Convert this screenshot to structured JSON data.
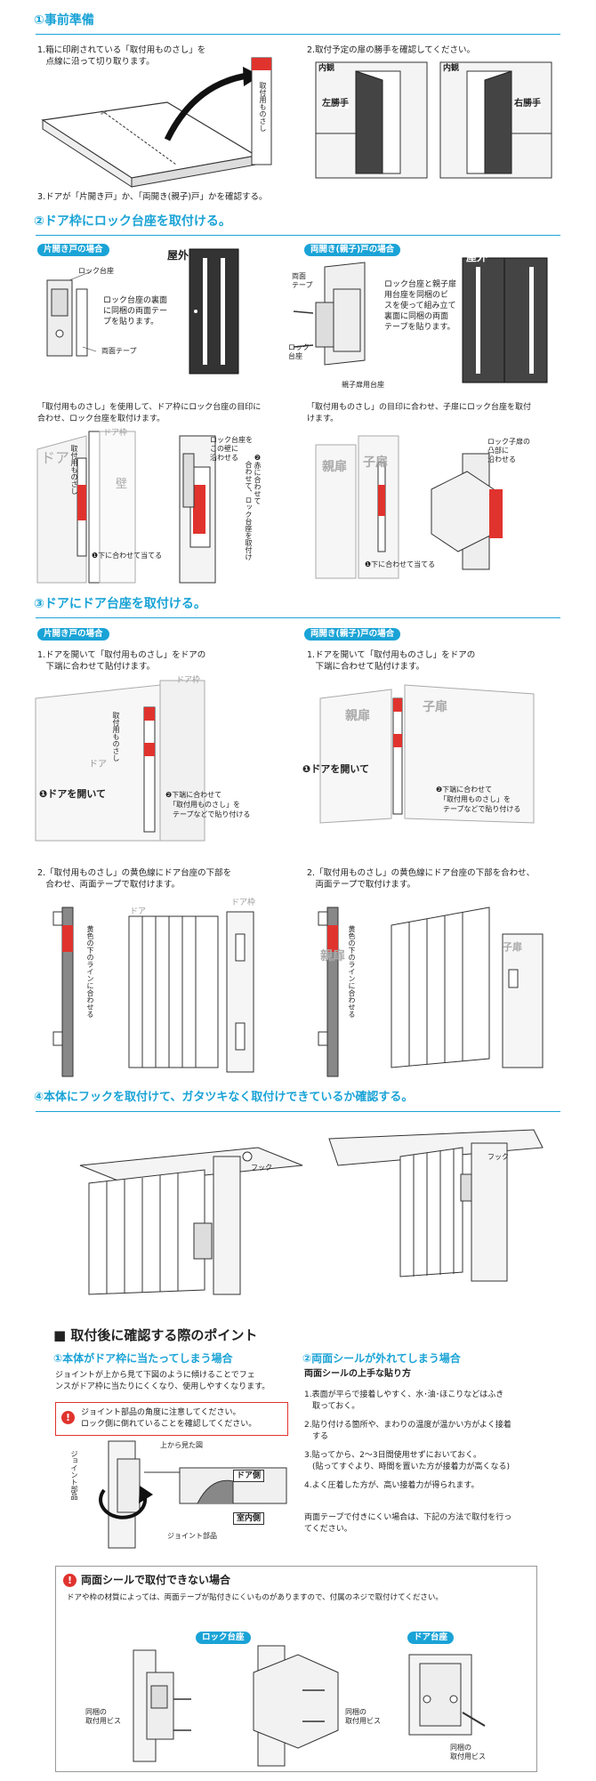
{
  "sec1": {
    "title": "①事前準備",
    "step1": "1.箱に印刷されている「取付用ものさし」を\n　点線に沿って切り取ります。",
    "step2": "2.取付予定の扉の勝手を確認してください。",
    "step3": "3.ドアが「片開き戸」か、「両開き(親子)戸」かを確認する。",
    "ruler_label": "取付用ものさし",
    "naikan1": "内観",
    "naikan2": "内観",
    "left": "左勝手",
    "right": "右勝手"
  },
  "sec2": {
    "title": "②ドア枠にロック台座を取付ける。",
    "pill_single": "片開き戸の場合",
    "pill_double": "両開き(親子)戸の場合",
    "lock_base": "ロック台座",
    "okugai": "屋外",
    "okugai2": "屋外",
    "desc_single": "ロック台座の裏面\nに同梱の両面テー\nプを貼ります。",
    "ryomen_tape": "両面テープ",
    "ryomen_tape2": "両面\nテープ",
    "lock_base2": "ロック\n台座",
    "desc_double": "ロック台座と親子扉\n用台座を同梱のビ\nスを使って組み立て\n裏面に同梱の両面\nテープを貼ります。",
    "oyako_base": "親子扉用台座",
    "inst_single": "「取付用ものさし」を使用して、ドア枠にロック台座の目印に\n合わせ、ロック台座を取付けます。",
    "inst_double": "「取付用ものさし」の目印に合わせ、子扉にロック台座を取付\nけます。",
    "door": "ドア",
    "doorframe": "ドア枠",
    "wall": "壁",
    "ruler_v": "取付用ものさし",
    "align1": "❶下に合わせて当てる",
    "align2": "❶下に合わせて当てる",
    "fit_wall": "ロック台座を\nこの壁に\n沿わせる",
    "fit_convex": "ロック子扉の\n凸部に\n沿わせる",
    "step2_note": "❷赤に合わせて\n　合わせて、ロック台座を取付け",
    "oyatobira": "親扉",
    "kotobira": "子扉"
  },
  "sec3": {
    "title": "③ドアにドア台座を取付ける。",
    "pill_single": "片開き戸の場合",
    "pill_double": "両開き(親子)戸の場合",
    "s1_single": "1.ドアを開いて「取付用ものさし」をドアの\n　下端に合わせて貼付けます。",
    "s1_double": "1.ドアを開いて「取付用ものさし」をドアの\n　下端に合わせて貼付けます。",
    "open_door": "❶ドアを開いて",
    "open_door2": "❶ドアを開いて",
    "tape_note": "❷下端に合わせて\n　「取付用ものさし」を\n　テープなどで貼り付ける",
    "tape_note2": "❷下端に合わせて\n　「取付用ものさし」を\n　テープなどで貼り付ける",
    "s2_single": "2.「取付用ものさし」の黄色線にドア台座の下部を\n　合わせ、両面テープで取付けます。",
    "s2_double": "2.「取付用ものさし」の黄色線にドア台座の下部を合わせ、\n　両面テープで取付けます。",
    "yellow_line": "黄色の下のラインに合わせる",
    "door": "ドア",
    "doorframe": "ドア枠",
    "ruler_v": "取付用ものさし",
    "oyatobira": "親扉",
    "kotobira": "子扉"
  },
  "sec4": {
    "title": "④本体にフックを取付けて、ガタツキなく取付けできているか確認する。",
    "hook1": "フック",
    "hook2": "フック"
  },
  "points": {
    "title": "■ 取付後に確認する際のポイント",
    "p1_title": "①本体がドア枠に当たってしまう場合",
    "p1_desc": "ジョイントが上から見て下図のように傾けることでフェ\nンスがドア枠に当たりにくくなり、使用しやすくなります。",
    "warn": "ジョイント部品の角度に注意してください。\nロック側に倒れていることを確認してください。",
    "joint": "ジョイント部品",
    "joint2": "ジョイント部品",
    "topview": "上から見た図",
    "door_side": "ドア側",
    "room_side": "室内側",
    "p2_title": "②両面シールが外れてしまう場合",
    "p2_sub": "両面シールの上手な貼り方",
    "p2_1": "1.表面が平らで接着しやすく、水･油･ほこりなどはふき\n　取っておく。",
    "p2_2": "2.貼り付ける箇所や、まわりの温度が温かい方がよく接着\n　する",
    "p2_3": "3.貼ってから、2～3日間使用せずにおいておく。\n　(貼ってすぐより、時間を置いた方が接着力が高くなる)",
    "p2_4": "4.よく圧着した方が、高い接着力が得られます。",
    "p2_note": "両面テープで付きにくい場合は、下記の方法で取付を行っ\nてください。"
  },
  "bottom": {
    "title": "両面シールで取付できない場合",
    "desc": "ドアや枠の材質によっては、両面テープが貼付きにくいものがありますので、付属のネジで取付けてください。",
    "pill_lock": "ロック台座",
    "pill_door": "ドア台座",
    "screw1": "同梱の\n取付用ビス",
    "screw2": "同梱の\n取付用ビス",
    "screw3": "同梱の\n取付用ビス"
  },
  "colors": {
    "accent": "#1aa3d6",
    "red": "#e0332e",
    "dark": "#333333"
  }
}
